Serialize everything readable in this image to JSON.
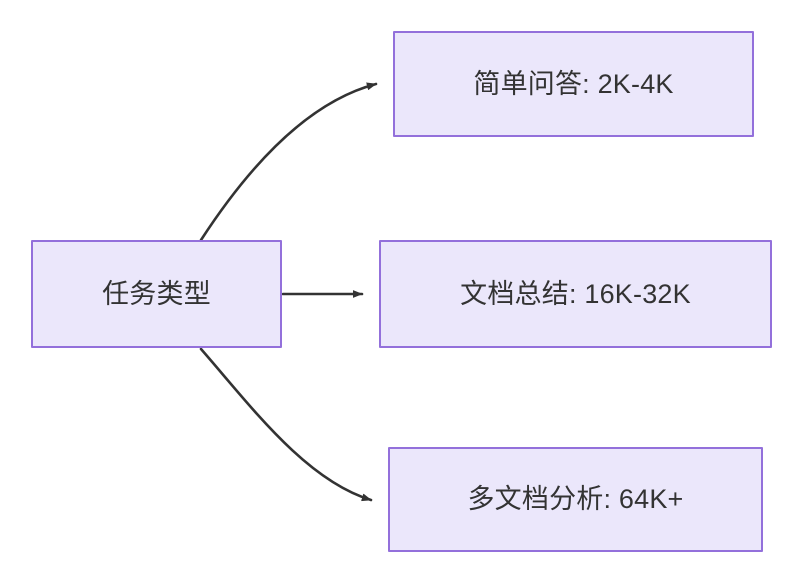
{
  "diagram": {
    "type": "flowchart",
    "direction": "left-to-right",
    "background_color": "#ffffff",
    "node_fill_color": "#ebe7fb",
    "node_border_color": "#9370db",
    "node_text_color": "#333333",
    "edge_color": "#333333",
    "title": "",
    "nodes": [
      {
        "id": "source",
        "label": "任务类型",
        "role": "root"
      },
      {
        "id": "simple-qa",
        "label": "简单问答: 2K-4K",
        "role": "leaf"
      },
      {
        "id": "doc-summary",
        "label": "文档总结: 16K-32K",
        "role": "leaf"
      },
      {
        "id": "multi-doc",
        "label": "多文档分析: 64K+",
        "role": "leaf"
      }
    ],
    "edges": [
      {
        "id": "edge-source-to-simple-qa",
        "from": "source",
        "to": "simple-qa",
        "label": "",
        "style": "curved-arrow"
      },
      {
        "id": "edge-source-to-doc-summary",
        "from": "source",
        "to": "doc-summary",
        "label": "",
        "style": "straight-arrow"
      },
      {
        "id": "edge-source-to-multi-doc",
        "from": "source",
        "to": "multi-doc",
        "label": "",
        "style": "curved-arrow"
      }
    ]
  }
}
